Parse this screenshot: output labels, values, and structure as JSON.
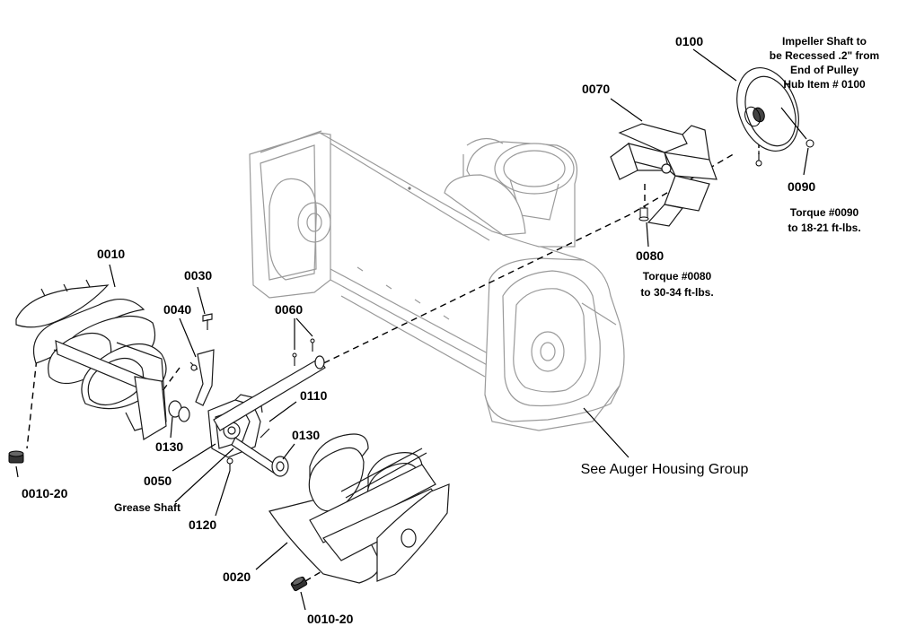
{
  "labels": {
    "p0010": "0010",
    "p0010_20_top": "0010-20",
    "p0010_20_bottom": "0010-20",
    "p0020": "0020",
    "p0030": "0030",
    "p0040": "0040",
    "p0050": "0050",
    "p0060": "0060",
    "p0070": "0070",
    "p0080": "0080",
    "p0090": "0090",
    "p0100": "0100",
    "p0110": "0110",
    "p0120": "0120",
    "p0130_left": "0130",
    "p0130_right": "0130",
    "grease_shaft": "Grease Shaft"
  },
  "notes": {
    "impeller_line1": "Impeller Shaft to",
    "impeller_line2": "be Recessed .2\" from",
    "impeller_line3": "End of Pulley",
    "impeller_line4": "Hub Item # 0100",
    "torque_0090_line1": "Torque #0090",
    "torque_0090_line2": "to 18-21 ft-lbs.",
    "torque_0080_line1": "Torque #0080",
    "torque_0080_line2": "to 30-34 ft-lbs.",
    "see_group": "See Auger Housing Group"
  }
}
